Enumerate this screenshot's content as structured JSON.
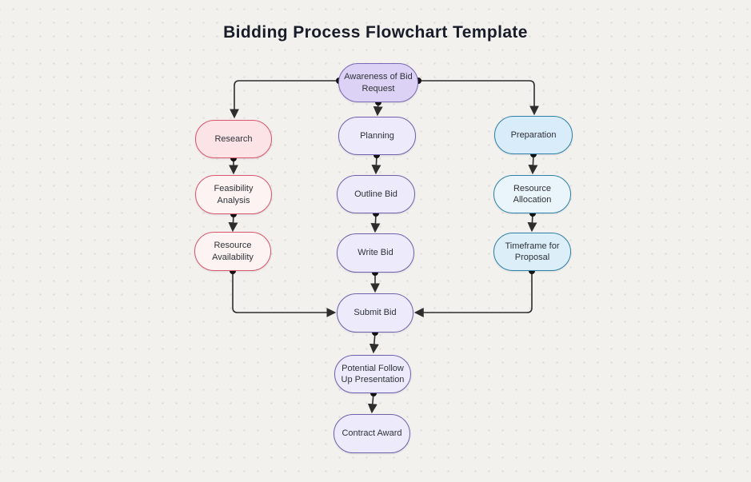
{
  "title": "Bidding Process Flowchart Template",
  "diagram": {
    "nodes": [
      {
        "id": "awareness-of-bid-request",
        "label": "Awareness of Bid Request",
        "theme": "purple-dark"
      },
      {
        "id": "research",
        "label": "Research",
        "theme": "red"
      },
      {
        "id": "planning",
        "label": "Planning",
        "theme": "purple"
      },
      {
        "id": "preparation",
        "label": "Preparation",
        "theme": "blue"
      },
      {
        "id": "feasibility-analysis",
        "label": "Feasibility Analysis",
        "theme": "red-light"
      },
      {
        "id": "outline-bid",
        "label": "Outline Bid",
        "theme": "purple"
      },
      {
        "id": "resource-allocation",
        "label": "Resource Allocation",
        "theme": "blue-light"
      },
      {
        "id": "resource-availability",
        "label": "Resource Availability",
        "theme": "red-light"
      },
      {
        "id": "write-bid",
        "label": "Write Bid",
        "theme": "purple"
      },
      {
        "id": "timeframe-for-proposal",
        "label": "Timeframe for Proposal",
        "theme": "blue-mid"
      },
      {
        "id": "submit-bid",
        "label": "Submit Bid",
        "theme": "purple"
      },
      {
        "id": "potential-follow-up-presentation",
        "label": "Potential Follow Up Presentation",
        "theme": "purple"
      },
      {
        "id": "contract-award",
        "label": "Contract Award",
        "theme": "purple"
      }
    ],
    "edges": [
      {
        "from": "Awareness of Bid Request",
        "to": "Research"
      },
      {
        "from": "Awareness of Bid Request",
        "to": "Planning"
      },
      {
        "from": "Awareness of Bid Request",
        "to": "Preparation"
      },
      {
        "from": "Research",
        "to": "Feasibility Analysis"
      },
      {
        "from": "Feasibility Analysis",
        "to": "Resource Availability"
      },
      {
        "from": "Planning",
        "to": "Outline Bid"
      },
      {
        "from": "Outline Bid",
        "to": "Write Bid"
      },
      {
        "from": "Preparation",
        "to": "Resource Allocation"
      },
      {
        "from": "Resource Allocation",
        "to": "Timeframe for Proposal"
      },
      {
        "from": "Resource Availability",
        "to": "Submit Bid"
      },
      {
        "from": "Write Bid",
        "to": "Submit Bid"
      },
      {
        "from": "Timeframe for Proposal",
        "to": "Submit Bid"
      },
      {
        "from": "Submit Bid",
        "to": "Potential Follow Up Presentation"
      },
      {
        "from": "Potential Follow Up Presentation",
        "to": "Contract Award"
      }
    ],
    "colors": {
      "background": "#f2f1ee",
      "edge": "#2d2d2d",
      "purple_border": "#6f61ac",
      "purple_fill": "#eceafb",
      "purple_dark_border": "#7b68b4",
      "purple_dark_fill": "#dcd2f5",
      "red_border": "#d9566b",
      "red_fill": "#fbe3e6",
      "red_fill_light": "#fdf3f2",
      "blue_border": "#2f80a8",
      "blue_fill": "#d8ecf9",
      "blue_fill_light": "#eaf4fb",
      "title_color": "#181c28"
    }
  }
}
